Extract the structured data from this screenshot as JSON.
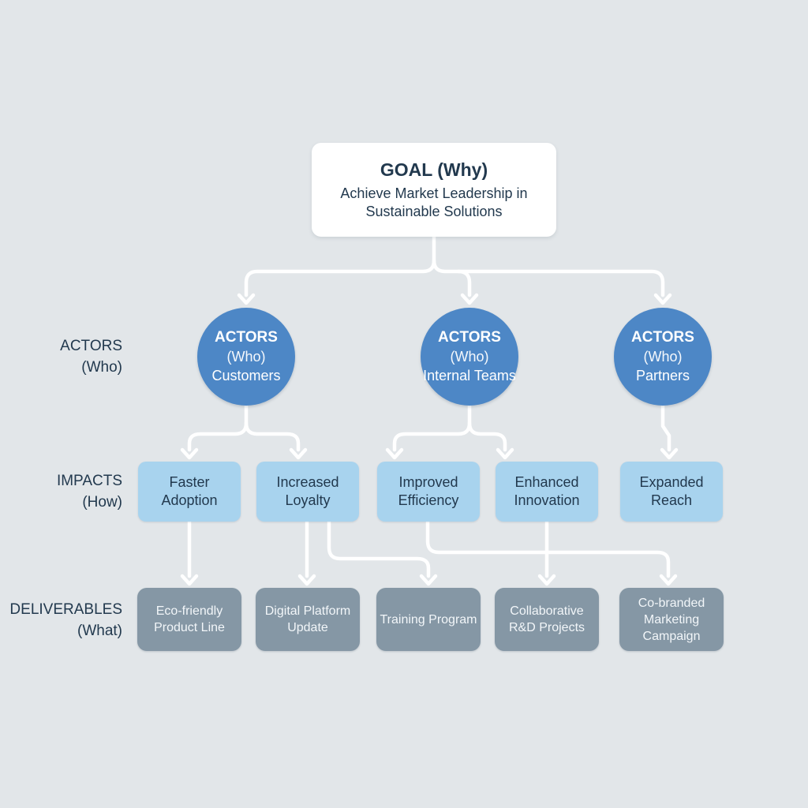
{
  "diagram": {
    "goal": {
      "title": "GOAL (Why)",
      "subtitle_line1": "Achieve Market Leadership in",
      "subtitle_line2": "Sustainable Solutions"
    },
    "row_labels": [
      {
        "title": "ACTORS",
        "sub": "(Who)"
      },
      {
        "title": "IMPACTS",
        "sub": "(How)"
      },
      {
        "title": "DELIVERABLES",
        "sub": "(What)"
      }
    ],
    "actors": [
      {
        "heading": "ACTORS",
        "qualifier": "(Who)",
        "name": "Customers"
      },
      {
        "heading": "ACTORS",
        "qualifier": "(Who)",
        "name": "Internal Teams"
      },
      {
        "heading": "ACTORS",
        "qualifier": "(Who)",
        "name": "Partners"
      }
    ],
    "impacts": [
      "Faster Adoption",
      "Increased Loyalty",
      "Improved Efficiency",
      "Enhanced Innovation",
      "Expanded Reach"
    ],
    "deliverables": [
      "Eco-friendly Product Line",
      "Digital Platform Update",
      "Training Program",
      "Collaborative R&D Projects",
      "Co-branded Marketing Campaign"
    ],
    "colors": {
      "background": "#e2e6e9",
      "goal_box": "#ffffff",
      "actor_circle": "#4d87c6",
      "impact_box": "#a8d3ee",
      "deliverable_box": "#8597a5",
      "connector": "#ffffff",
      "text_dark": "#22394e",
      "text_light": "#f2f6f9"
    }
  }
}
